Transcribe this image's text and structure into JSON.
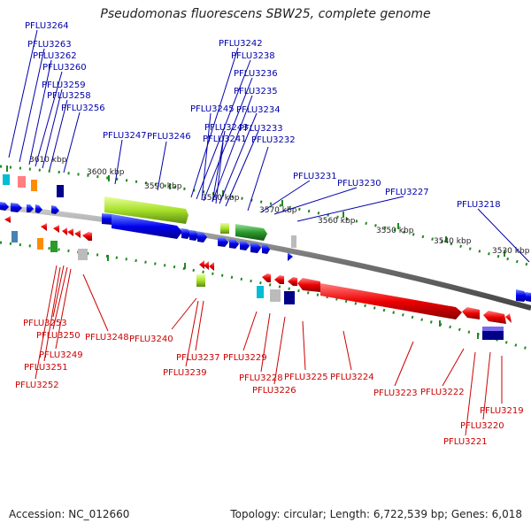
{
  "title": "Pseudomonas fluorescens SBW25, complete genome",
  "accession": "Accession: NC_012660",
  "topology": "Topology: circular; Length: 6,722,539 bp; Genes: 6,018",
  "ticks": [
    "3610 kbp",
    "3600 kbp",
    "3590 kbp",
    "3580 kbp",
    "3570 kbp",
    "3560 kbp",
    "3550 kbp",
    "3540 kbp",
    "3530 kbp"
  ],
  "top_labels": [
    "PFLU3264",
    "PFLU3263",
    "PFLU3262",
    "PFLU3260",
    "PFLU3259",
    "PFLU3258",
    "PFLU3256",
    "PFLU3247",
    "PFLU3246",
    "PFLU3242",
    "PFLU3238",
    "PFLU3236",
    "PFLU3235",
    "PFLU3245",
    "PFLU3234",
    "PFLU3243",
    "PFLU3233",
    "PFLU3241",
    "PFLU3232",
    "PFLU3231",
    "PFLU3230",
    "PFLU3227",
    "PFLU3218"
  ],
  "bottom_labels": [
    "PFLU3253",
    "PFLU3250",
    "PFLU3249",
    "PFLU3251",
    "PFLU3252",
    "PFLU3248",
    "PFLU3240",
    "PFLU3237",
    "PFLU3239",
    "PFLU3229",
    "PFLU3228",
    "PFLU3226",
    "PFLU3225",
    "PFLU3224",
    "PFLU3223",
    "PFLU3222",
    "PFLU3219",
    "PFLU3220",
    "PFLU3221"
  ],
  "colors": {
    "forward_strand": "#0000ee",
    "reverse_strand": "#ee0000",
    "backbone": "#888888",
    "tick_mark": "#228822"
  }
}
